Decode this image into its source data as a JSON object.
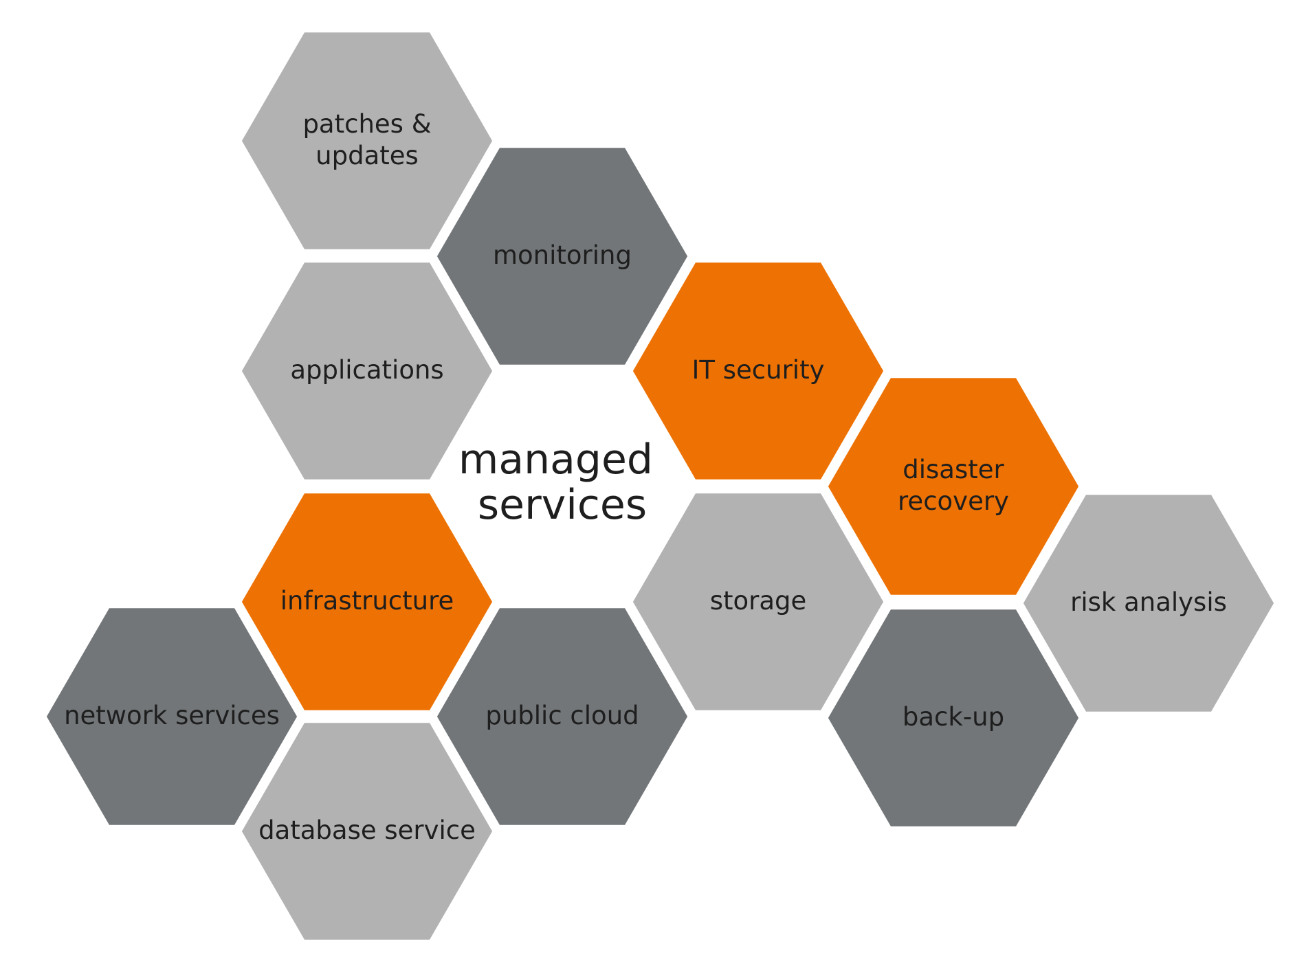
{
  "diagram": {
    "title_lines": [
      "managed",
      "services"
    ],
    "colors": {
      "light_gray": "#b2b2b2",
      "dark_gray": "#727678",
      "orange": "#ee7203",
      "text": "#1e1e1e",
      "background": "#ffffff"
    },
    "hexagons": [
      {
        "id": "patches-updates",
        "lines": [
          "patches &",
          "updates"
        ],
        "color": "light_gray"
      },
      {
        "id": "monitoring",
        "lines": [
          "monitoring"
        ],
        "color": "dark_gray"
      },
      {
        "id": "applications",
        "lines": [
          "applications"
        ],
        "color": "light_gray"
      },
      {
        "id": "it-security",
        "lines": [
          "IT security"
        ],
        "color": "orange"
      },
      {
        "id": "disaster-recovery",
        "lines": [
          "disaster",
          "recovery"
        ],
        "color": "orange"
      },
      {
        "id": "infrastructure",
        "lines": [
          "infrastructure"
        ],
        "color": "orange"
      },
      {
        "id": "storage",
        "lines": [
          "storage"
        ],
        "color": "light_gray"
      },
      {
        "id": "risk-analysis",
        "lines": [
          "risk analysis"
        ],
        "color": "light_gray"
      },
      {
        "id": "network-services",
        "lines": [
          "network services"
        ],
        "color": "dark_gray"
      },
      {
        "id": "public-cloud",
        "lines": [
          "public cloud"
        ],
        "color": "dark_gray"
      },
      {
        "id": "back-up",
        "lines": [
          "back-up"
        ],
        "color": "dark_gray"
      },
      {
        "id": "database-service",
        "lines": [
          "database service"
        ],
        "color": "light_gray"
      }
    ]
  }
}
